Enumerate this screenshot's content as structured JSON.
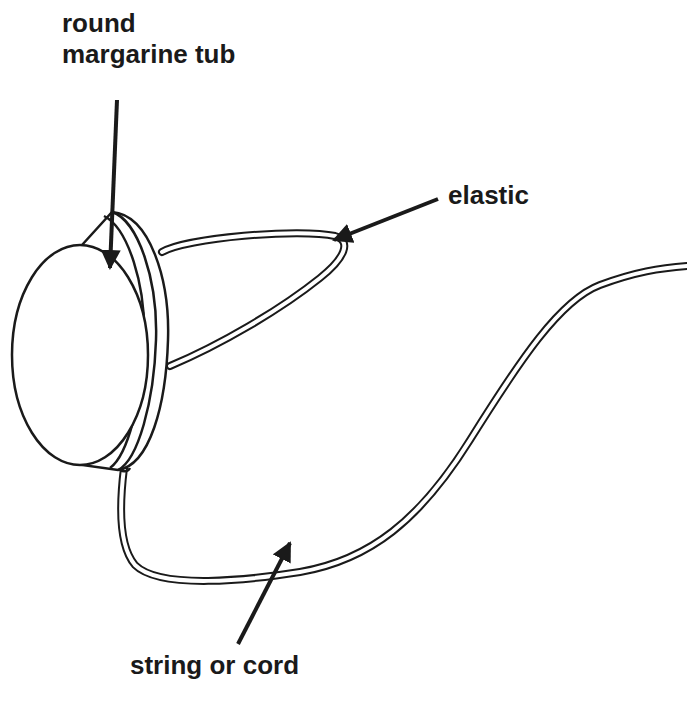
{
  "diagram": {
    "labels": [
      "round margarine tub",
      "elastic",
      "string or cord"
    ]
  }
}
